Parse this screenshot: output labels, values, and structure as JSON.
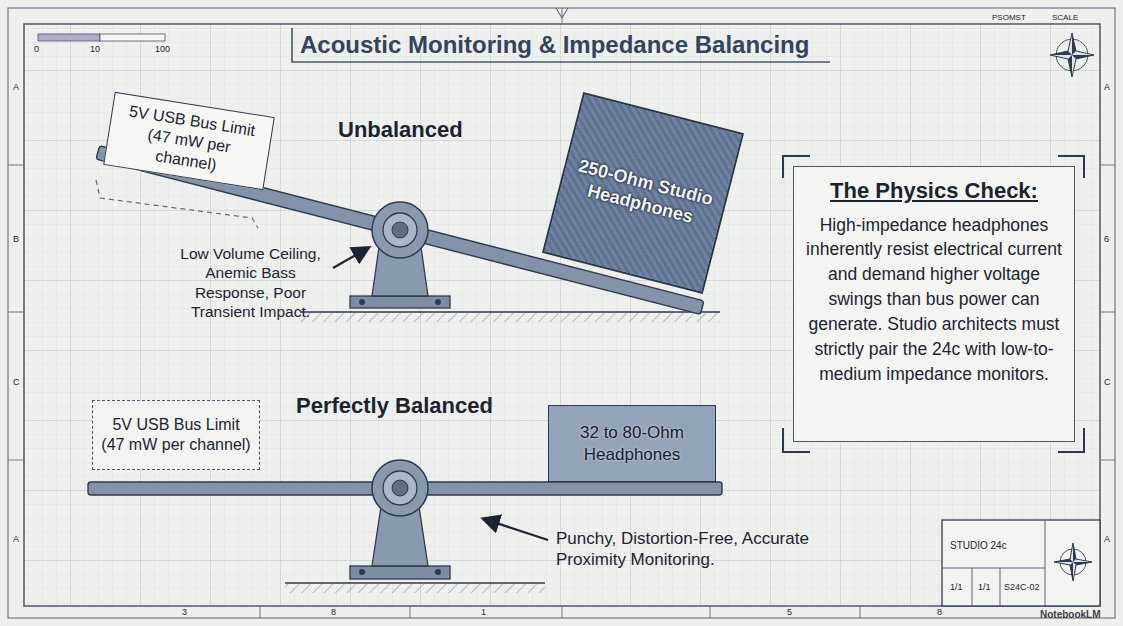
{
  "diagram": {
    "title": "Acoustic Monitoring & Impedance Balancing",
    "nodes": [
      {
        "text": [
          "5V USB Bus Limit (47 mW per channel)"
        ]
      },
      {
        "text": [
          "250-Ohm Studio Headphones"
        ]
      },
      {
        "text": [
          "5V USB Bus Limit (47 mW per channel)"
        ]
      },
      {
        "text": [
          "32 to 80-Ohm Headphones"
        ]
      },
      {
        "text": [
          "The Physics Check:",
          "High-impedance headphones inherently resist electrical current and demand higher voltage swings than bus power can generate. Studio architects must strictly pair the 24c with low-to-medium impedance monitors."
        ]
      }
    ],
    "labels": [
      "0",
      "10",
      "100",
      "PSOMST",
      "SCALE",
      "Unbalanced",
      "Low Volume Ceiling, Anemic Bass Response, Poor Transient Impact.",
      "Perfectly Balanced",
      "Punchy, Distortion-Free, Accurate Proximity Monitoring.",
      "A",
      "B",
      "C",
      "A",
      "A",
      "6",
      "C",
      "A",
      "3",
      "8",
      "1",
      "5",
      "8",
      "STUDIO 24c",
      "1/1",
      "1/1",
      "S24C-02",
      "NotebookLM"
    ]
  }
}
